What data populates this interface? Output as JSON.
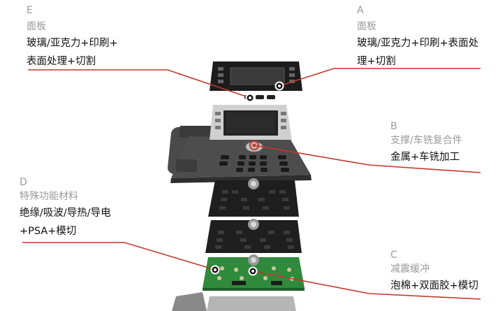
{
  "callouts": {
    "e": {
      "letter": "E",
      "category": "面板",
      "process_lines": [
        "玻璃/亚克力+印刷+",
        "表面处理+切割"
      ]
    },
    "a": {
      "letter": "A",
      "category": "面板",
      "process_lines": [
        "玻璃/亚克力+印刷+表面处",
        "理+切割"
      ]
    },
    "b": {
      "letter": "B",
      "category": "支撑/车铣复合件",
      "process_lines": [
        "金属+车铣加工"
      ]
    },
    "d": {
      "letter": "D",
      "category": "特殊功能材料",
      "process_lines": [
        "绝缘/吸波/导热/导电",
        "+PSA+模切"
      ]
    },
    "c": {
      "letter": "C",
      "category": "减震缓冲",
      "process_lines": [
        "泡棉+双面胶+模切"
      ]
    }
  },
  "colors": {
    "leader_line": "#c0392b",
    "muted_text": "#9a9a9a",
    "main_text": "#111111"
  },
  "icons": [
    "phone-exploded-view"
  ]
}
